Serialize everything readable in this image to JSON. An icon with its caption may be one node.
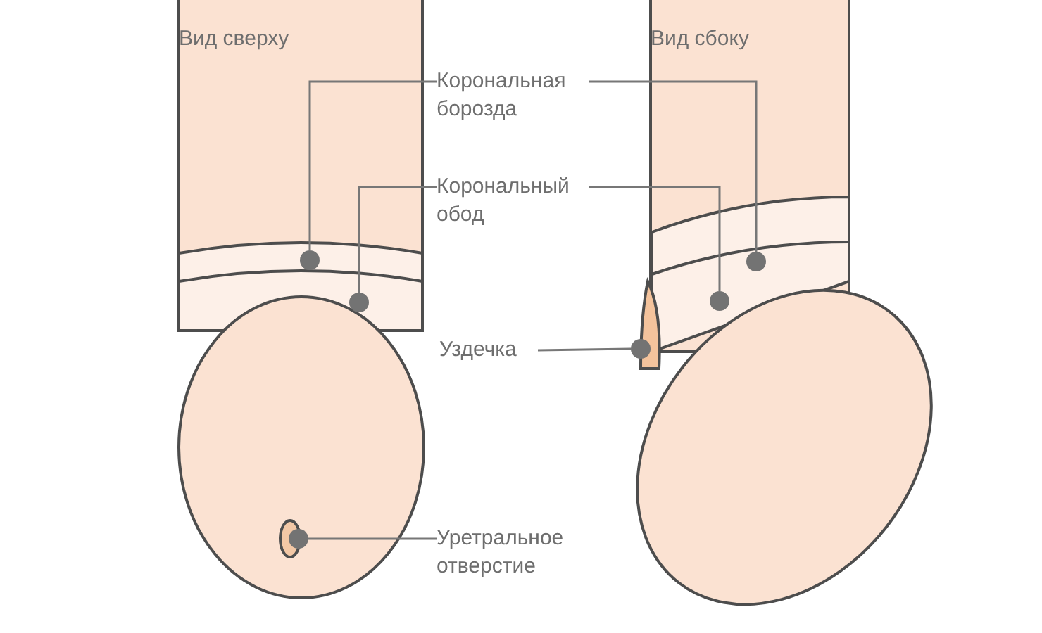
{
  "diagram": {
    "nodes": [
      {
        "text": [
          "Корональная борозда"
        ]
      },
      {
        "text": [
          "Корональный обод"
        ]
      },
      {
        "text": [
          "Уздечка"
        ]
      },
      {
        "text": [
          "Уретральное отверстие"
        ]
      },
      {
        "text": [],
        "shape": "circle"
      },
      {
        "text": [],
        "shape": "circle"
      },
      {
        "text": [],
        "shape": "circle"
      },
      {
        "text": [],
        "shape": "circle"
      },
      {
        "text": [],
        "shape": "circle"
      },
      {
        "text": [],
        "shape": "circle"
      }
    ],
    "edges": [
      {
        "from": 0,
        "to": 5,
        "arrow": "none"
      },
      {
        "from": 0,
        "to": 9,
        "arrow": "none"
      },
      {
        "from": 1,
        "to": 6,
        "arrow": "none"
      },
      {
        "from": 1,
        "to": 8,
        "arrow": "none"
      },
      {
        "from": 2,
        "to": 7,
        "arrow": "none"
      },
      {
        "from": 3,
        "to": 4,
        "arrow": "none"
      }
    ],
    "labels": [
      "Вид сверху",
      "Вид сбоку"
    ]
  }
}
